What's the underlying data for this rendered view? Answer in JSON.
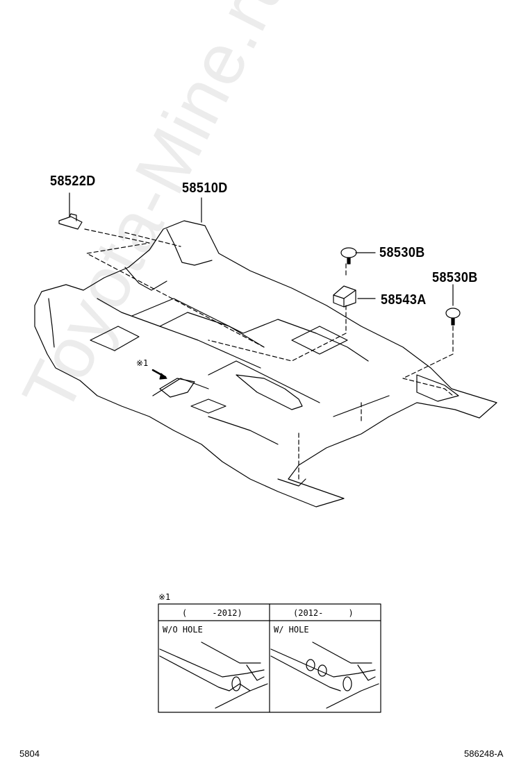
{
  "watermark": "Toyota-Mine.ru",
  "parts": {
    "p1": "58522D",
    "p2": "58510D",
    "p3": "58530B",
    "p4": "58543A",
    "p5": "58530B"
  },
  "note_marker": "※1",
  "inset": {
    "marker": "※1",
    "left": {
      "header": "(     -2012)",
      "caption": "W/O HOLE"
    },
    "right": {
      "header": "(2012-     )",
      "caption": "W/ HOLE"
    }
  },
  "footer": {
    "left": "5804",
    "right": "586248-A"
  }
}
